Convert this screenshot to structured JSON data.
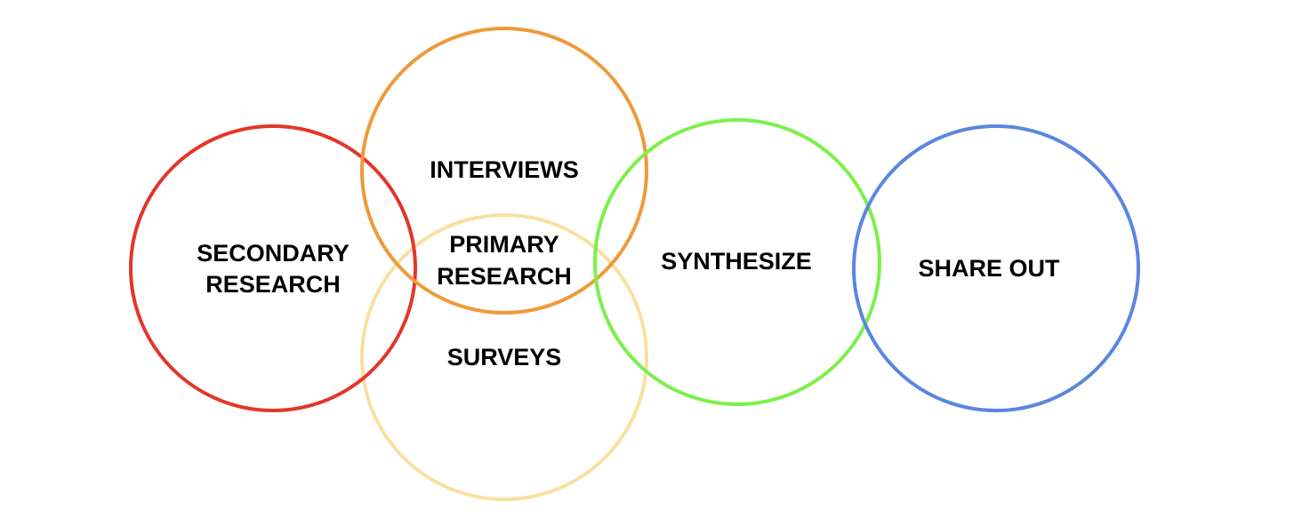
{
  "diagram": {
    "circles": [
      {
        "id": "secondary-research",
        "color": "#e3362b"
      },
      {
        "id": "interviews",
        "color": "#ee9a3a"
      },
      {
        "id": "surveys",
        "color": "#f9e0a0"
      },
      {
        "id": "synthesize",
        "color": "#7cf04a"
      },
      {
        "id": "share-out",
        "color": "#5a86e0"
      }
    ],
    "labels": {
      "secondary_line1": "SECONDARY",
      "secondary_line2": "RESEARCH",
      "interviews": "INTERVIEWS",
      "primary_line1": "PRIMARY",
      "primary_line2": "RESEARCH",
      "surveys": "SURVEYS",
      "synthesize": "SYNTHESIZE",
      "share_out": "SHARE OUT"
    }
  }
}
